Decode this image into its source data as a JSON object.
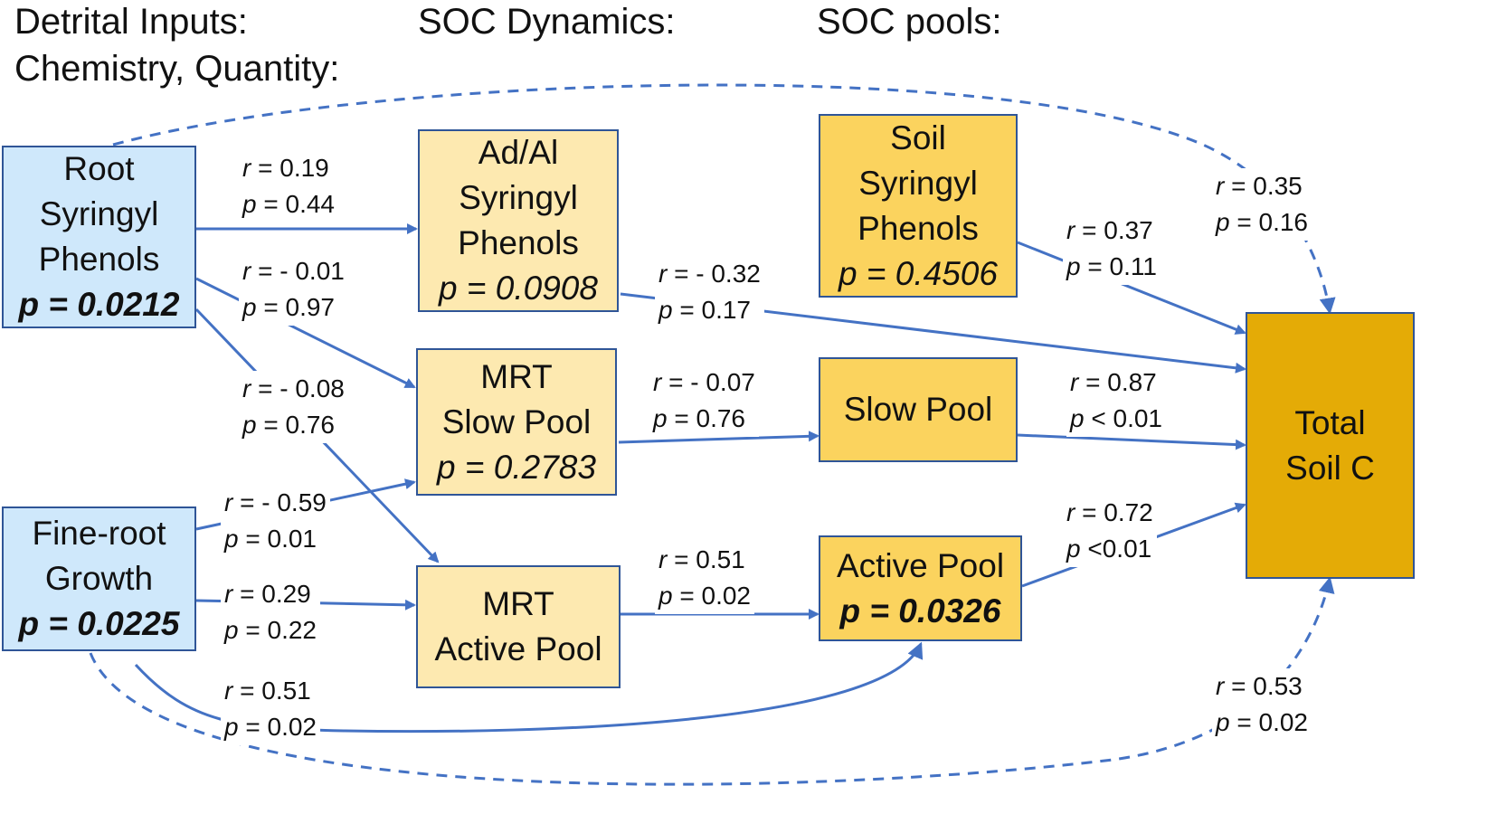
{
  "headers": {
    "inputs": "Detrital Inputs:\nChemistry, Quantity:",
    "dynamics": "SOC Dynamics:",
    "pools": "SOC pools:"
  },
  "nodes": {
    "root_syringyl": {
      "lines": [
        "Root",
        "Syringyl",
        "Phenols"
      ],
      "p": "p = 0.0212",
      "significant": true
    },
    "fine_root": {
      "lines": [
        "Fine-root",
        "Growth"
      ],
      "p": "p = 0.0225",
      "significant": true
    },
    "adal_syringyl": {
      "lines": [
        "Ad/Al",
        "Syringyl",
        "Phenols"
      ],
      "p": "p = 0.0908",
      "significant": false
    },
    "mrt_slow": {
      "lines": [
        "MRT",
        "Slow Pool"
      ],
      "p": "p = 0.2783",
      "significant": false
    },
    "mrt_active": {
      "lines": [
        "MRT",
        "Active Pool"
      ],
      "p": "",
      "significant": false
    },
    "soil_syringyl": {
      "lines": [
        "Soil",
        "Syringyl",
        "Phenols"
      ],
      "p": "p = 0.4506",
      "significant": false
    },
    "slow_pool": {
      "lines": [
        "Slow Pool"
      ],
      "p": "",
      "significant": false
    },
    "active_pool": {
      "lines": [
        "Active Pool"
      ],
      "p": "p = 0.0326",
      "significant": true
    },
    "total_soil_c": {
      "lines": [
        "Total",
        "Soil C"
      ],
      "p": "",
      "significant": false
    }
  },
  "edges": [
    {
      "id": "root-adal",
      "r": "= 0.19",
      "p": "= 0.44"
    },
    {
      "id": "root-mrtslow",
      "r": "= - 0.01",
      "p": "= 0.97"
    },
    {
      "id": "root-mrtactive",
      "r": "= - 0.08",
      "p": "= 0.76"
    },
    {
      "id": "fine-mrtslow",
      "r": "= - 0.59",
      "p": "= 0.01"
    },
    {
      "id": "fine-mrtactive",
      "r": "= 0.29",
      "p": "= 0.22"
    },
    {
      "id": "fine-active",
      "r": "= 0.51",
      "p": "= 0.02"
    },
    {
      "id": "adal-total",
      "r": "= - 0.32",
      "p": "= 0.17"
    },
    {
      "id": "mrtslow-slow",
      "r": "= - 0.07",
      "p": "= 0.76"
    },
    {
      "id": "mrtactive-active",
      "r": "= 0.51",
      "p": "= 0.02"
    },
    {
      "id": "soilsyr-total",
      "r": "= 0.37",
      "p": "= 0.11"
    },
    {
      "id": "slow-total",
      "r": "= 0.87",
      "p": "< 0.01"
    },
    {
      "id": "active-total",
      "r": "= 0.72",
      "p": "<0.01"
    },
    {
      "id": "root-total-dashed",
      "r": "= 0.35",
      "p": "= 0.16"
    },
    {
      "id": "fine-total-dashed",
      "r": "= 0.53",
      "p": "= 0.02"
    }
  ],
  "colors": {
    "arrow": "#4472c4",
    "border": "#2f5597",
    "input_fill": "#cfe8fb",
    "dynamics_fill": "#fde9b0",
    "pool_fill": "#fbd35e",
    "total_fill": "#e4ab06"
  }
}
